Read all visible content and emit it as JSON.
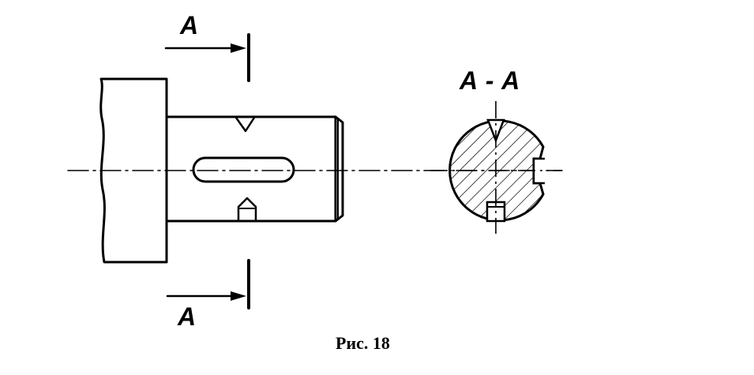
{
  "labels": {
    "section_top": "A",
    "section_bottom": "A",
    "section_view": "A - A"
  },
  "caption": "Рис. 18",
  "colors": {
    "ink": "#000000",
    "paper": "#ffffff"
  }
}
